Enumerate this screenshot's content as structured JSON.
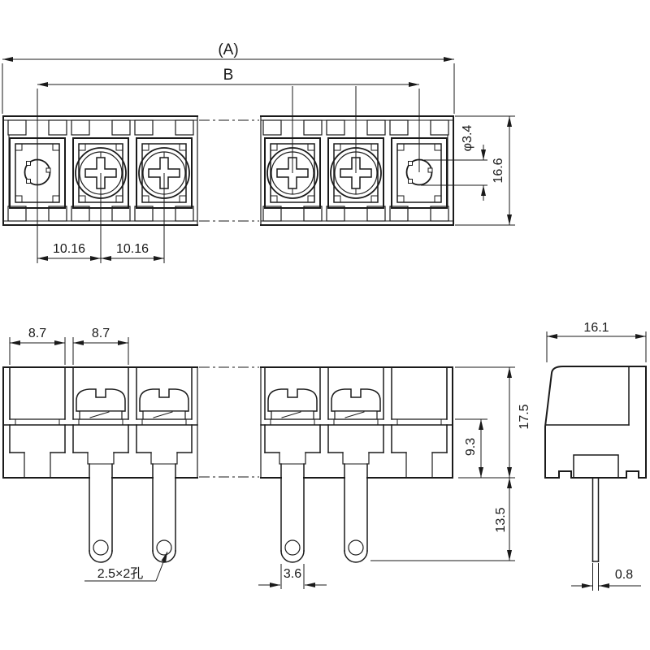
{
  "drawing": {
    "type": "terminal-block dimension drawing",
    "background": "#ffffff",
    "line_color": "#1a1a1a",
    "dims": {
      "overall_width": "(A)",
      "hole_span": "B",
      "hole_diameter": "φ3.4",
      "front_height": "16.6",
      "pitch_left": "10.16",
      "pitch_right": "10.16",
      "cell_width_1": "8.7",
      "cell_width_2": "8.7",
      "total_height": "17.5",
      "base_height": "9.3",
      "pin_length": "13.5",
      "pin_width": "3.6",
      "pin_hole_note": "2.5×2孔",
      "depth": "16.1",
      "pin_thickness": "0.8"
    }
  }
}
